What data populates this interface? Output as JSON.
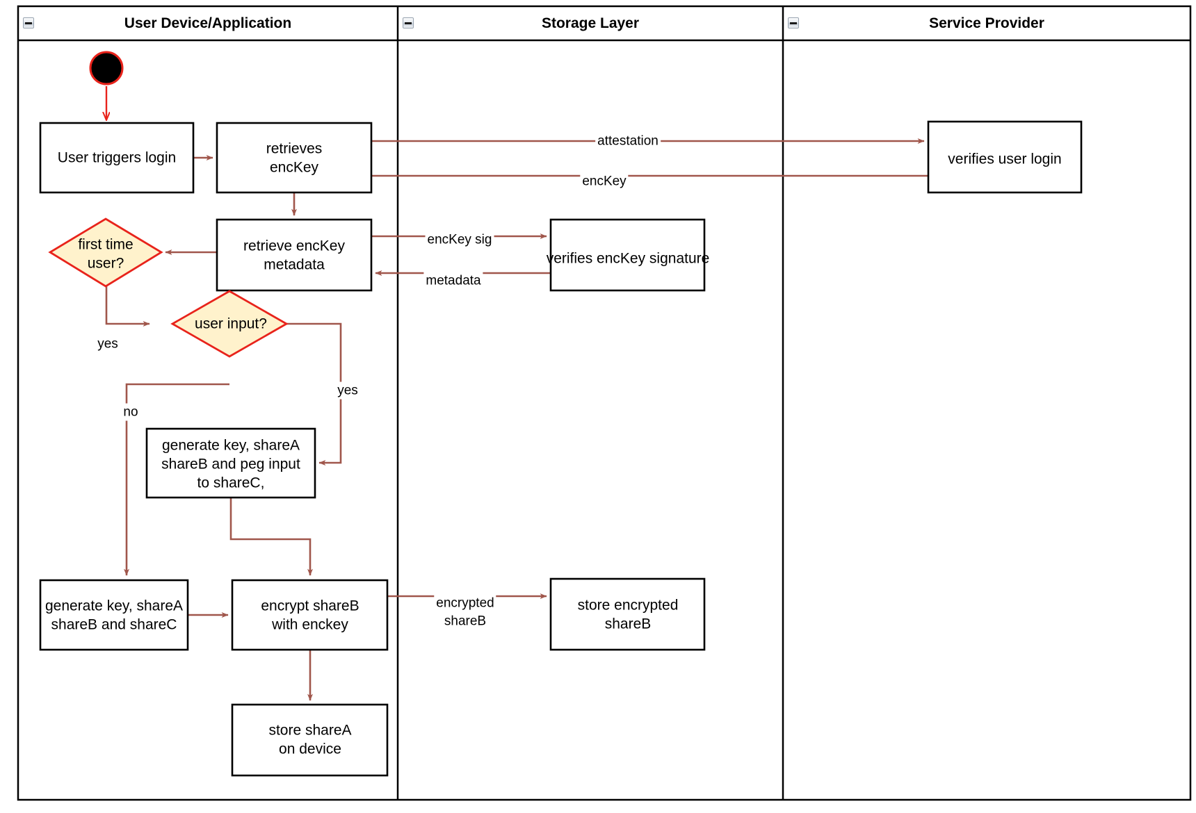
{
  "diagram": {
    "type": "swimlane-activity-diagram",
    "background_color": "#ffffff",
    "node_border_color": "#000000",
    "decision_border_color": "#e8231b",
    "decision_fill_color": "#fff2cc",
    "edge_color": "#a0564b",
    "start_node_fill": "#000000",
    "start_node_border": "#e8231b"
  },
  "lanes": [
    {
      "title": "User Device/Application",
      "collapse_icon": "minus-square-icon"
    },
    {
      "title": "Storage Layer",
      "collapse_icon": "minus-square-icon"
    },
    {
      "title": "Service Provider",
      "collapse_icon": "minus-square-icon"
    }
  ],
  "nodes": [
    {
      "id": "start",
      "shape": "initial-node",
      "label": ""
    },
    {
      "id": "user-triggers-login",
      "shape": "activity",
      "label": "User triggers login"
    },
    {
      "id": "retrieves-enckey",
      "shape": "activity",
      "label": "retrieves\nencKey",
      "line1": "retrieves",
      "line2": "encKey"
    },
    {
      "id": "retrieve-enckey-metadata",
      "shape": "activity",
      "line1": "retrieve encKey",
      "line2": "metadata"
    },
    {
      "id": "first-time-user",
      "shape": "decision",
      "line1": "first time",
      "line2": "user?"
    },
    {
      "id": "user-input",
      "shape": "decision",
      "line1": "user input?",
      "line2": ""
    },
    {
      "id": "generate-key-peg",
      "shape": "activity",
      "line1": "generate key, shareA",
      "line2": "shareB and peg input",
      "line3": "to shareC,"
    },
    {
      "id": "generate-key-sharec",
      "shape": "activity",
      "line1": "generate key, shareA",
      "line2": "shareB and shareC"
    },
    {
      "id": "encrypt-shareb",
      "shape": "activity",
      "line1": "encrypt shareB",
      "line2": "with enckey"
    },
    {
      "id": "store-sharea",
      "shape": "activity",
      "line1": "store shareA",
      "line2": "on device"
    },
    {
      "id": "verifies-enckey-signature",
      "shape": "activity",
      "line1": "verifies encKey signature",
      "line2": ""
    },
    {
      "id": "store-encrypted-shareb",
      "shape": "activity",
      "line1": "store encrypted",
      "line2": "shareB"
    },
    {
      "id": "verifies-user-login",
      "shape": "activity",
      "line1": "verifies user login",
      "line2": ""
    }
  ],
  "edge_labels": {
    "attestation": "attestation",
    "enckey": "encKey",
    "enckey_sig": "encKey sig",
    "metadata": "metadata",
    "yes_first_time": "yes",
    "yes_user_input": "yes",
    "no_user_input": "no",
    "encrypted_shareb_l1": "encrypted",
    "encrypted_shareb_l2": "shareB"
  }
}
